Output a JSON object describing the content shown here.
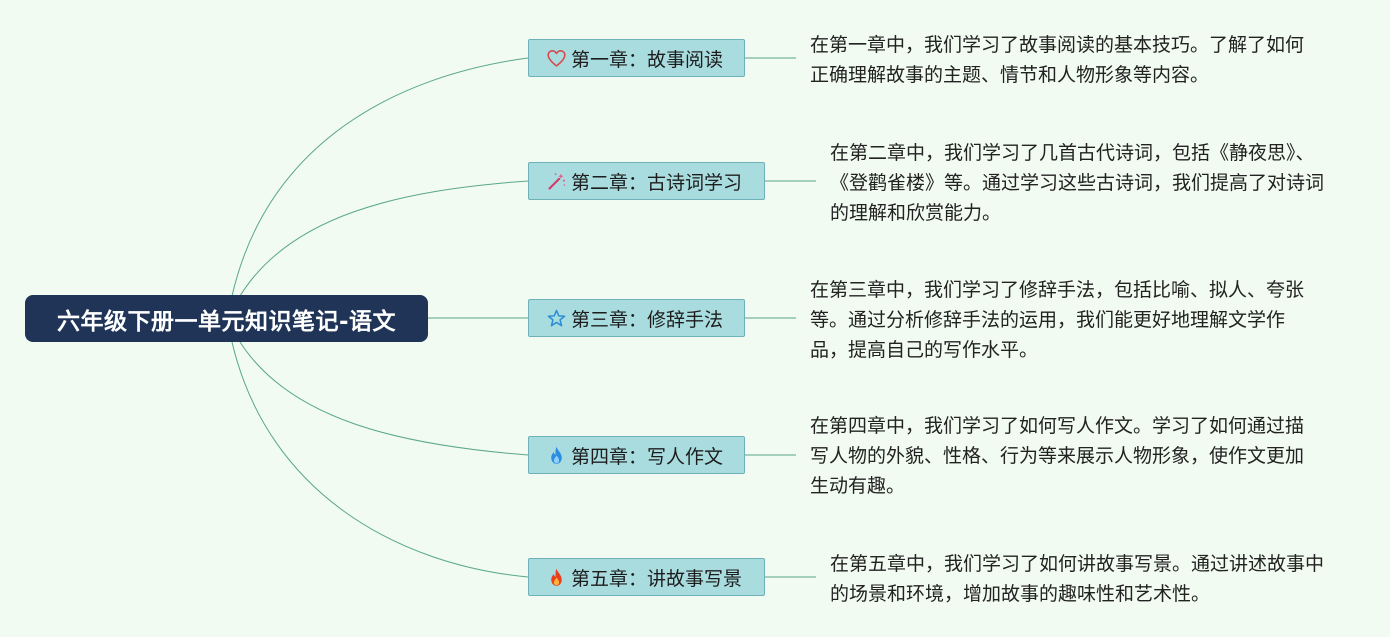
{
  "root": {
    "title": "六年级下册一单元知识笔记-语文"
  },
  "chapters": [
    {
      "title": "第一章：故事阅读",
      "icon": "heart-icon",
      "description": "在第一章中，我们学习了故事阅读的基本技巧。了解了如何正确理解故事的主题、情节和人物形象等内容。"
    },
    {
      "title": "第二章：古诗词学习",
      "icon": "magic-wand-icon",
      "description": "在第二章中，我们学习了几首古代诗词，包括《静夜思》、《登鹳雀楼》等。通过学习这些古诗词，我们提高了对诗词的理解和欣赏能力。"
    },
    {
      "title": "第三章：修辞手法",
      "icon": "star-icon",
      "description": "在第三章中，我们学习了修辞手法，包括比喻、拟人、夸张等。通过分析修辞手法的运用，我们能更好地理解文学作品，提高自己的写作水平。"
    },
    {
      "title": "第四章：写人作文",
      "icon": "blue-flame-icon",
      "description": "在第四章中，我们学习了如何写人作文。学习了如何通过描写人物的外貌、性格、行为等来展示人物形象，使作文更加生动有趣。"
    },
    {
      "title": "第五章：讲故事写景",
      "icon": "red-flame-icon",
      "description": "在第五章中，我们学习了如何讲故事写景。通过讲述故事中的场景和环境，增加故事的趣味性和艺术性。"
    }
  ],
  "colors": {
    "background": "#f1fbf1",
    "root_fill": "#1f3457",
    "chapter_fill": "#a9dcdf",
    "chapter_border": "#6fb1b8",
    "connector": "#5aa68c"
  }
}
